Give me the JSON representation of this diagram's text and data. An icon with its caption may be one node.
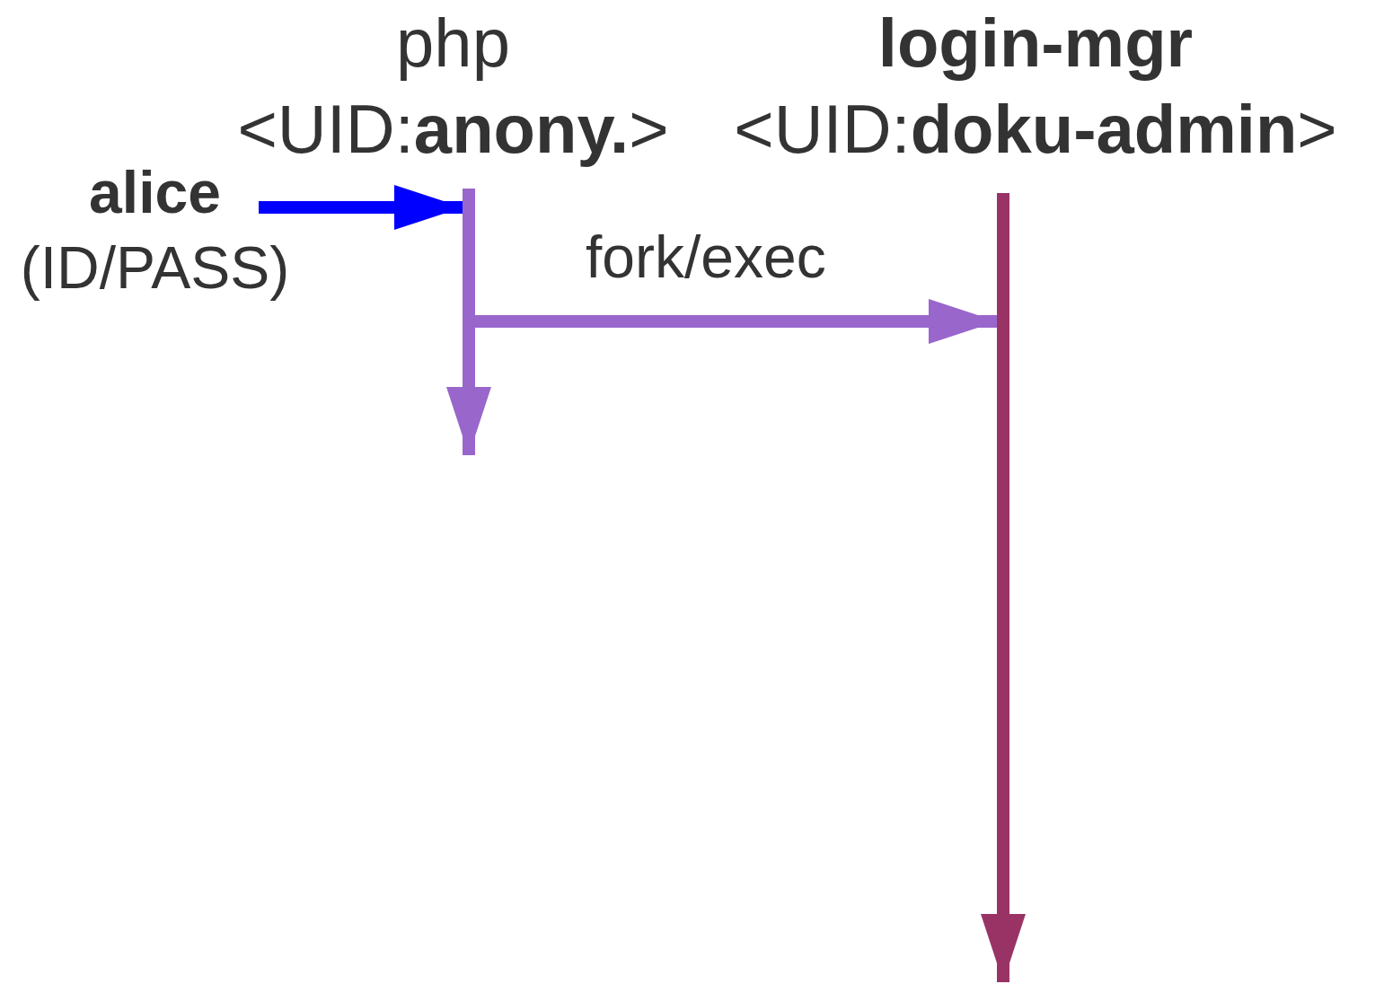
{
  "diagram": {
    "nodes": [
      {
        "text": [
          "alice",
          "(ID/PASS)"
        ]
      },
      {
        "text": [
          "php",
          "<UID:**anony.**>"
        ]
      },
      {
        "text": [
          "login-mgr",
          "<UID:**doku-admin**>"
        ]
      }
    ],
    "edges": [
      {
        "from": 0,
        "to": 1,
        "arrow": "to",
        "color": "#0000ff"
      },
      {
        "from": 1,
        "to": null,
        "arrow": "to"
      },
      {
        "from": 1,
        "to": 2,
        "arrow": "to",
        "label": "fork/exec"
      },
      {
        "from": 2,
        "to": null,
        "arrow": "to",
        "color": "#993366"
      }
    ]
  }
}
